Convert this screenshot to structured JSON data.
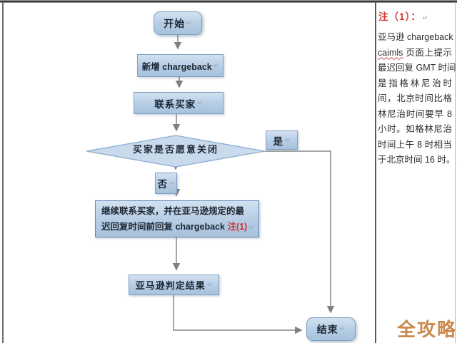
{
  "colors": {
    "node_fill": "#b4cce4",
    "node_border": "#7da0c4",
    "strong_border": "#5f87b5",
    "diamond_fill": "#c8daec",
    "diamond_border": "#8fadd0",
    "connector": "#878787",
    "node_text": "#1d2733",
    "note_red": "#cf3a3a",
    "watermark_orange": "#c6813e"
  },
  "flowchart": {
    "start": "开始",
    "add_chargeback": "新增 chargeback",
    "contact_buyer": "联系买家",
    "decision": "买家是否愿意关闭",
    "yes": "是",
    "no": "否",
    "continue_line1": "继续联系买家，并在亚马逊规定的最",
    "continue_line2": "迟回复时间前回复 chargeback ",
    "continue_note_ref": "注(1)",
    "result": "亚马逊判定结果",
    "end": "结束"
  },
  "marks": {
    "paragraph": "↵"
  },
  "note_panel": {
    "title": "注（1）：",
    "line1": "亚马逊 chargeback",
    "misspelled_word": "caimls",
    "line2_rest": " 页面上提示",
    "lines": [
      "最迟回复 GMT 时间",
      "是指格林尼治时",
      "间，北京时间比格",
      "林尼治时间要早 8",
      "小时。如格林尼治",
      "时间上午 8 时相当",
      "于北京时间 16 时。"
    ]
  },
  "watermark": "全攻略"
}
